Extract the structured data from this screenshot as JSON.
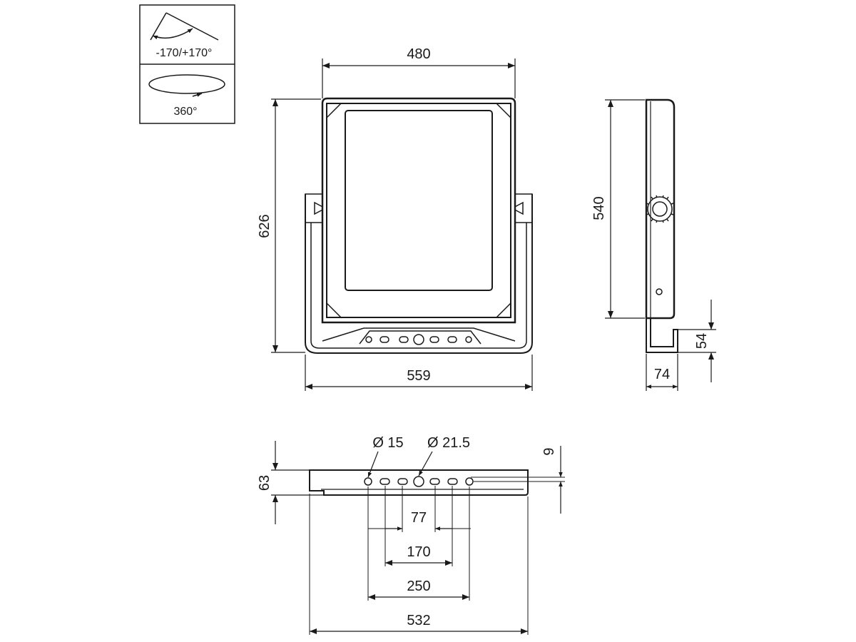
{
  "rotation_box": {
    "tilt_label": "-170/+170°",
    "rotate_label": "360°"
  },
  "front_view": {
    "width_top": "480",
    "height": "626",
    "width_bottom": "559"
  },
  "side_view": {
    "height": "540",
    "bracket_height": "54",
    "depth": "74"
  },
  "bottom_view": {
    "hole_small": "Ø 15",
    "hole_large": "Ø 21.5",
    "offset": "9",
    "thickness": "63",
    "spacing_77": "77",
    "spacing_170": "170",
    "spacing_250": "250",
    "width": "532"
  },
  "colors": {
    "line": "#1a1a1a",
    "fill": "#ffffff"
  }
}
